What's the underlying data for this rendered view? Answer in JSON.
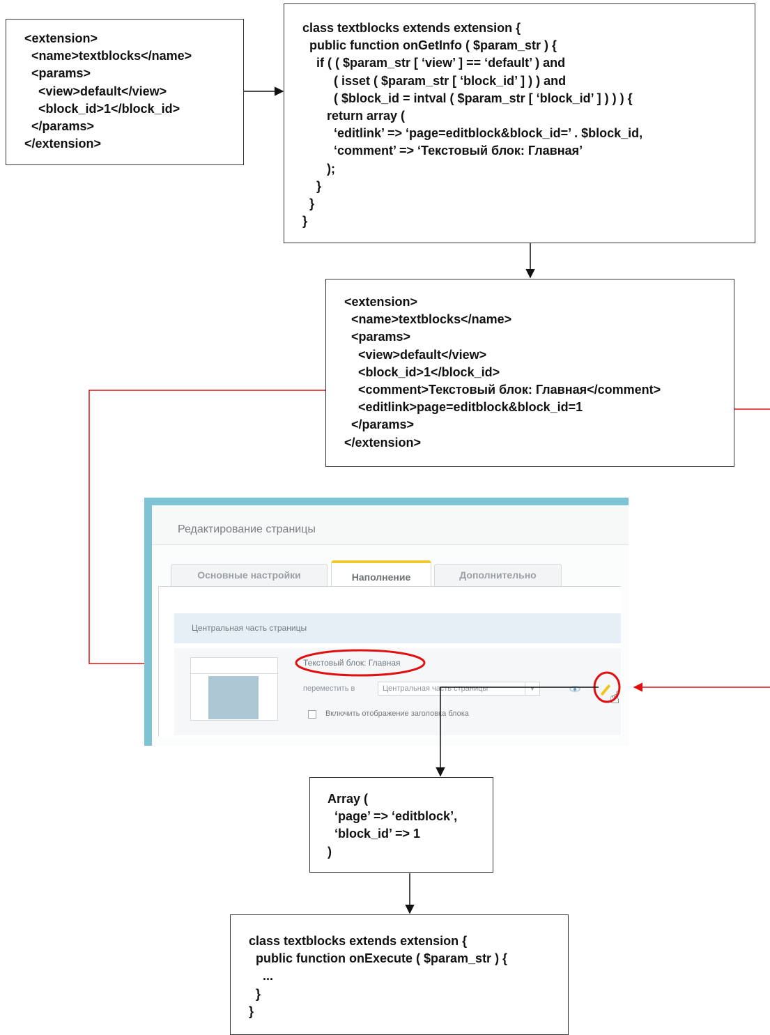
{
  "manifest_box": {
    "lines": [
      "<extension>",
      "  <name>textblocks</name>",
      "  <params>",
      "    <view>default</view>",
      "    <block_id>1</block_id>",
      "  </params>",
      "</extension>"
    ]
  },
  "get_info_box": {
    "lines": [
      "class textblocks extends extension {",
      "  public function onGetInfo ( $param_str ) {",
      "    if ( ( $param_str [ ‘view’ ] == ‘default’ ) and",
      "         ( isset ( $param_str [ ‘block_id’ ] ) ) and",
      "         ( $block_id = intval ( $param_str [ ‘block_id’ ] ) ) ) {",
      "       return array (",
      "         ‘editlink’ => ‘page=editblock&block_id=’ . $block_id,",
      "         ‘comment’ => ‘Текстовый блок: Главная’",
      "       );",
      "    }",
      "  }",
      "}"
    ]
  },
  "result_box": {
    "lines": [
      "<extension>",
      "  <name>textblocks</name>",
      "  <params>",
      "    <view>default</view>",
      "    <block_id>1</block_id>",
      "    <comment>Текстовый блок: Главная</comment>",
      "    <editlink>page=editblock&block_id=1",
      "  </params>",
      "</extension>"
    ]
  },
  "screenshot": {
    "page_title": "Редактирование страницы",
    "tabs": [
      {
        "label": "Основные настройки",
        "active": false
      },
      {
        "label": "Наполнение",
        "active": true
      },
      {
        "label": "Дополнительно",
        "active": false
      }
    ],
    "area_title": "Центральная часть страницы",
    "block_name": "Текстовый блок: Главная",
    "move_label": "переместить в",
    "move_select_value": "Центральная часть страницы",
    "show_title_checkbox_label": "Включить отображение заголовка блока",
    "icons": [
      "eye-icon",
      "pencil-icon",
      "hand-cursor-icon",
      "chevron-down-icon"
    ],
    "accent_color": "#f0c930",
    "highlight_color": "#e01010"
  },
  "array_box": {
    "lines": [
      "Array (",
      "  ‘page’ => ‘editblock’,",
      "  ‘block_id’ => 1",
      ")"
    ]
  },
  "execute_box": {
    "lines": [
      "class textblocks extends extension {",
      "  public function onExecute ( $param_str ) {",
      "    ...",
      "  }",
      "}"
    ]
  }
}
